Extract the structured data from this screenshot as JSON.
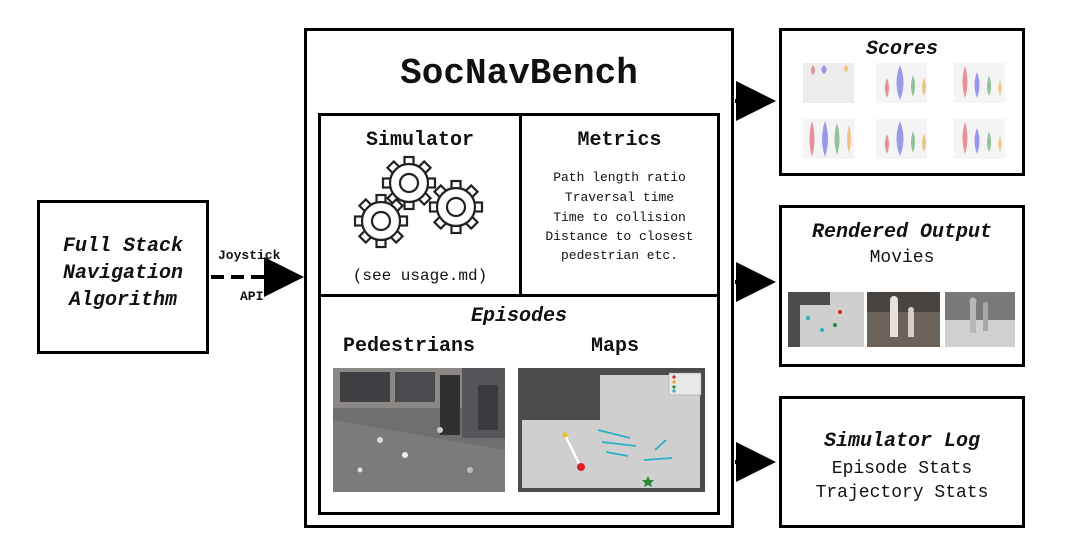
{
  "algorithm": {
    "lines": [
      "Full Stack",
      "Navigation",
      "Algorithm"
    ]
  },
  "connector": {
    "label_top": "Joystick",
    "label_bottom": "API"
  },
  "main": {
    "title": "SocNavBench",
    "simulator": {
      "title": "Simulator",
      "note": "(see usage.md)",
      "icon": "gears-icon"
    },
    "metrics": {
      "title": "Metrics",
      "items": [
        "Path length ratio",
        "Traversal time",
        "Time to collision",
        "Distance to closest",
        "pedestrian etc."
      ]
    },
    "episodes": {
      "title": "Episodes",
      "pedestrians_label": "Pedestrians",
      "maps_label": "Maps"
    }
  },
  "scores": {
    "title": "Scores"
  },
  "rendered": {
    "title": "Rendered Output",
    "subtitle": "Movies"
  },
  "log": {
    "title": "Simulator Log",
    "lines": [
      "Episode Stats",
      "Trajectory Stats"
    ]
  },
  "colors": {
    "border": "#000000",
    "violin_red": "#e0707a",
    "violin_blue": "#7d7ae6",
    "violin_green": "#6fb07a",
    "violin_orange": "#f0b060"
  }
}
